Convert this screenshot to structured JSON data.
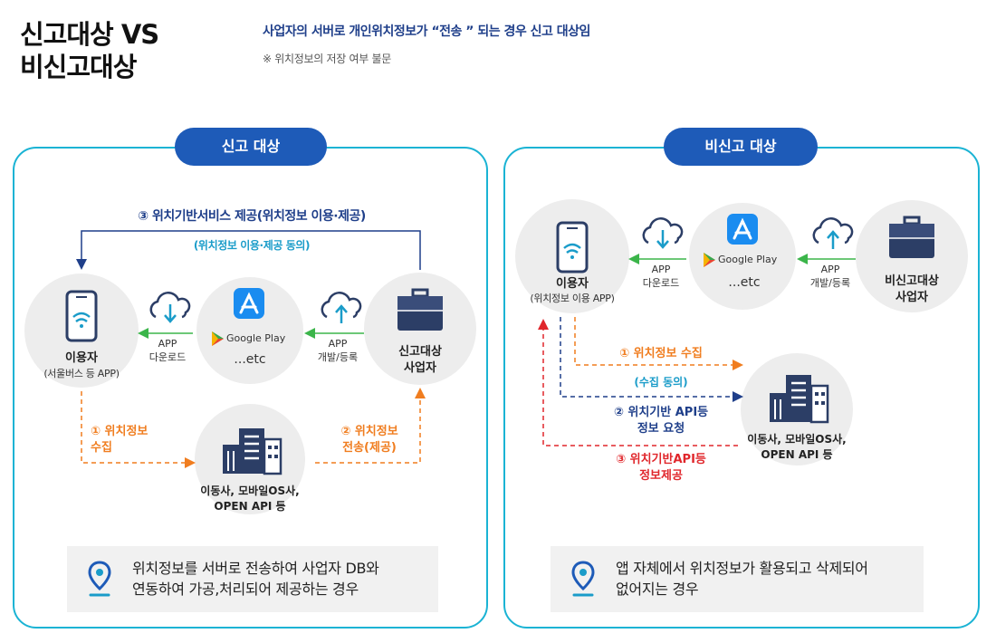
{
  "header": {
    "title_line1": "신고대상 VS",
    "title_line2": "비신고대상",
    "headline": "사업자의 서버로 개인위치정보가 “전송 ” 되는 경우 신고 대상임",
    "note": "※ 위치정보의 저장 여부 불문"
  },
  "left_panel": {
    "tab": "신고 대상",
    "user_title": "이용자",
    "user_sub": "(서울버스 등 APP)",
    "store_play": "Google Play",
    "store_etc": "...etc",
    "provider": [
      "신고대상",
      "사업자"
    ],
    "app_download": [
      "APP",
      "다운로드"
    ],
    "app_dev": [
      "APP",
      "개발/등록"
    ],
    "service_title": "③ 위치기반서비스 제공(위치정보 이용·제공)",
    "service_consent": "(위치정보 이용·제공 동의)",
    "step1": [
      "① 위치정보",
      "수집"
    ],
    "step2": [
      "② 위치정보",
      "전송(제공)"
    ],
    "telco": [
      "이동사, 모바일OS사,",
      "OPEN API 등"
    ],
    "summary": [
      "위치정보를 서버로 전송하여 사업자 DB와",
      "연동하여 가공,처리되어 제공하는 경우"
    ]
  },
  "right_panel": {
    "tab": "비신고 대상",
    "user_title": "이용자",
    "user_sub": "(위치정보 이용 APP)",
    "store_play": "Google Play",
    "store_etc": "...etc",
    "provider": [
      "비신고대상",
      "사업자"
    ],
    "app_download": [
      "APP",
      "다운로드"
    ],
    "app_dev": [
      "APP",
      "개발/등록"
    ],
    "step1": "① 위치정보 수집",
    "step1_consent": "(수집 동의)",
    "step2": [
      "② 위치기반 API등",
      "정보 요청"
    ],
    "step3": [
      "③ 위치기반API등",
      "정보제공"
    ],
    "telco": [
      "이동사, 모바일OS사,",
      "OPEN API 등"
    ],
    "summary": [
      "앱 자체에서 위치정보가 활용되고 삭제되어",
      "없어지는 경우"
    ]
  },
  "colors": {
    "panel_border": "#1ab3d4",
    "tab": "#1e5bb8",
    "navy": "#1f3f8a",
    "orange": "#f07d1f",
    "teal": "#1a9cc9",
    "green": "#3bb54a",
    "red": "#e0262b",
    "circle": "#ededed"
  }
}
